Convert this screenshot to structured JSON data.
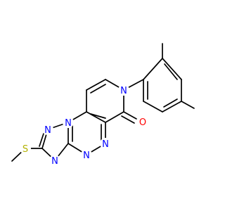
{
  "molecule": {
    "atoms": [
      {
        "id": "N_pyridone",
        "label": "N",
        "color": "#0000ff"
      },
      {
        "id": "O_carbonyl",
        "label": "O",
        "color": "#ff0000"
      },
      {
        "id": "S_thioether",
        "label": "S",
        "color": "#b2b200"
      },
      {
        "id": "N_triazine_1",
        "label": "N",
        "color": "#0000ff"
      },
      {
        "id": "N_triazine_2",
        "label": "N",
        "color": "#0000ff"
      },
      {
        "id": "N_bridge",
        "label": "N",
        "color": "#0000ff"
      },
      {
        "id": "N_triazole_1",
        "label": "N",
        "color": "#0000ff"
      },
      {
        "id": "N_triazole_2",
        "label": "N",
        "color": "#0000ff"
      }
    ],
    "bond_color": "#000000"
  }
}
